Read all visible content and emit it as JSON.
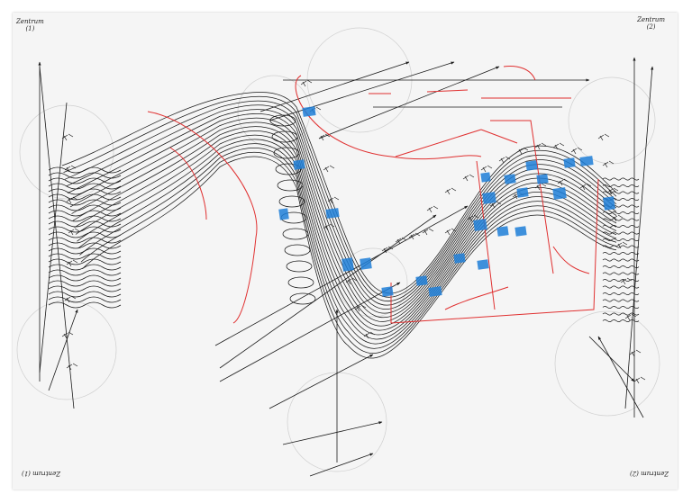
{
  "corners": {
    "top_left": "Zentrum\n(1)",
    "top_right": "Zentrum\n(2)",
    "bottom_left": "Zentrum (1)",
    "bottom_right": "Zentrum (2)"
  },
  "colors": {
    "paper": "#f5f5f5",
    "ink": "#1a1a1a",
    "guide": "#c8c8c8",
    "annotation_red": "#e03030",
    "highlight_blue": "#1f7fd8"
  },
  "icons": [
    "arrow-icon"
  ]
}
